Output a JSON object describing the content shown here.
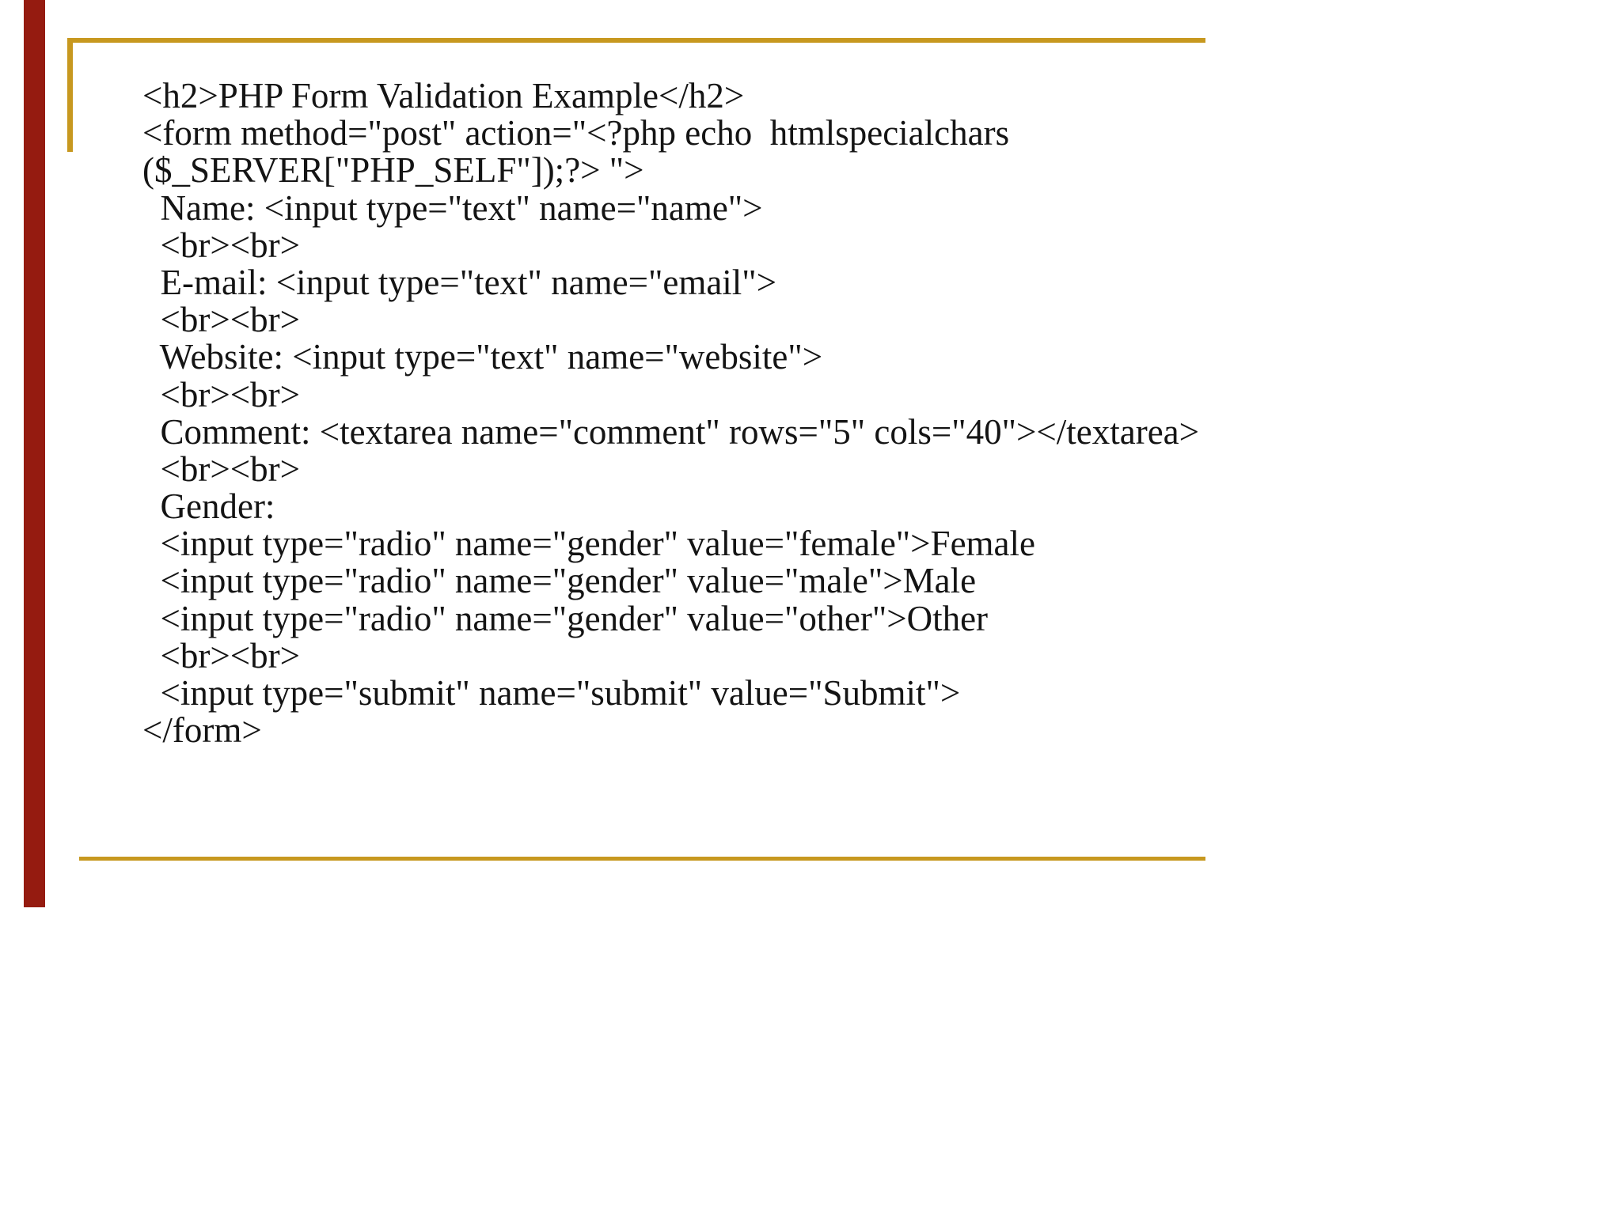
{
  "slide": {
    "type": "presentation-slide",
    "code": {
      "lines": [
        "<h2>PHP Form Validation Example</h2>",
        "<form method=\"post\" action=\"<?php echo  htmlspecialchars",
        "($_SERVER[\"PHP_SELF\"]);?> \">",
        "  Name: <input type=\"text\" name=\"name\">",
        "  <br><br>",
        "  E-mail: <input type=\"text\" name=\"email\">",
        "  <br><br>",
        "  Website: <input type=\"text\" name=\"website\">",
        "  <br><br>",
        "  Comment: <textarea name=\"comment\" rows=\"5\" cols=\"40\"></textarea>",
        "  <br><br>",
        "  Gender:",
        "  <input type=\"radio\" name=\"gender\" value=\"female\">Female",
        "  <input type=\"radio\" name=\"gender\" value=\"male\">Male",
        "  <input type=\"radio\" name=\"gender\" value=\"other\">Other",
        "  <br><br>",
        "  <input type=\"submit\" name=\"submit\" value=\"Submit\">",
        "</form>"
      ]
    },
    "colors": {
      "accent_gold": "#c7981f",
      "accent_red": "#951b10",
      "text": "#141414",
      "background": "#ffffff"
    }
  }
}
